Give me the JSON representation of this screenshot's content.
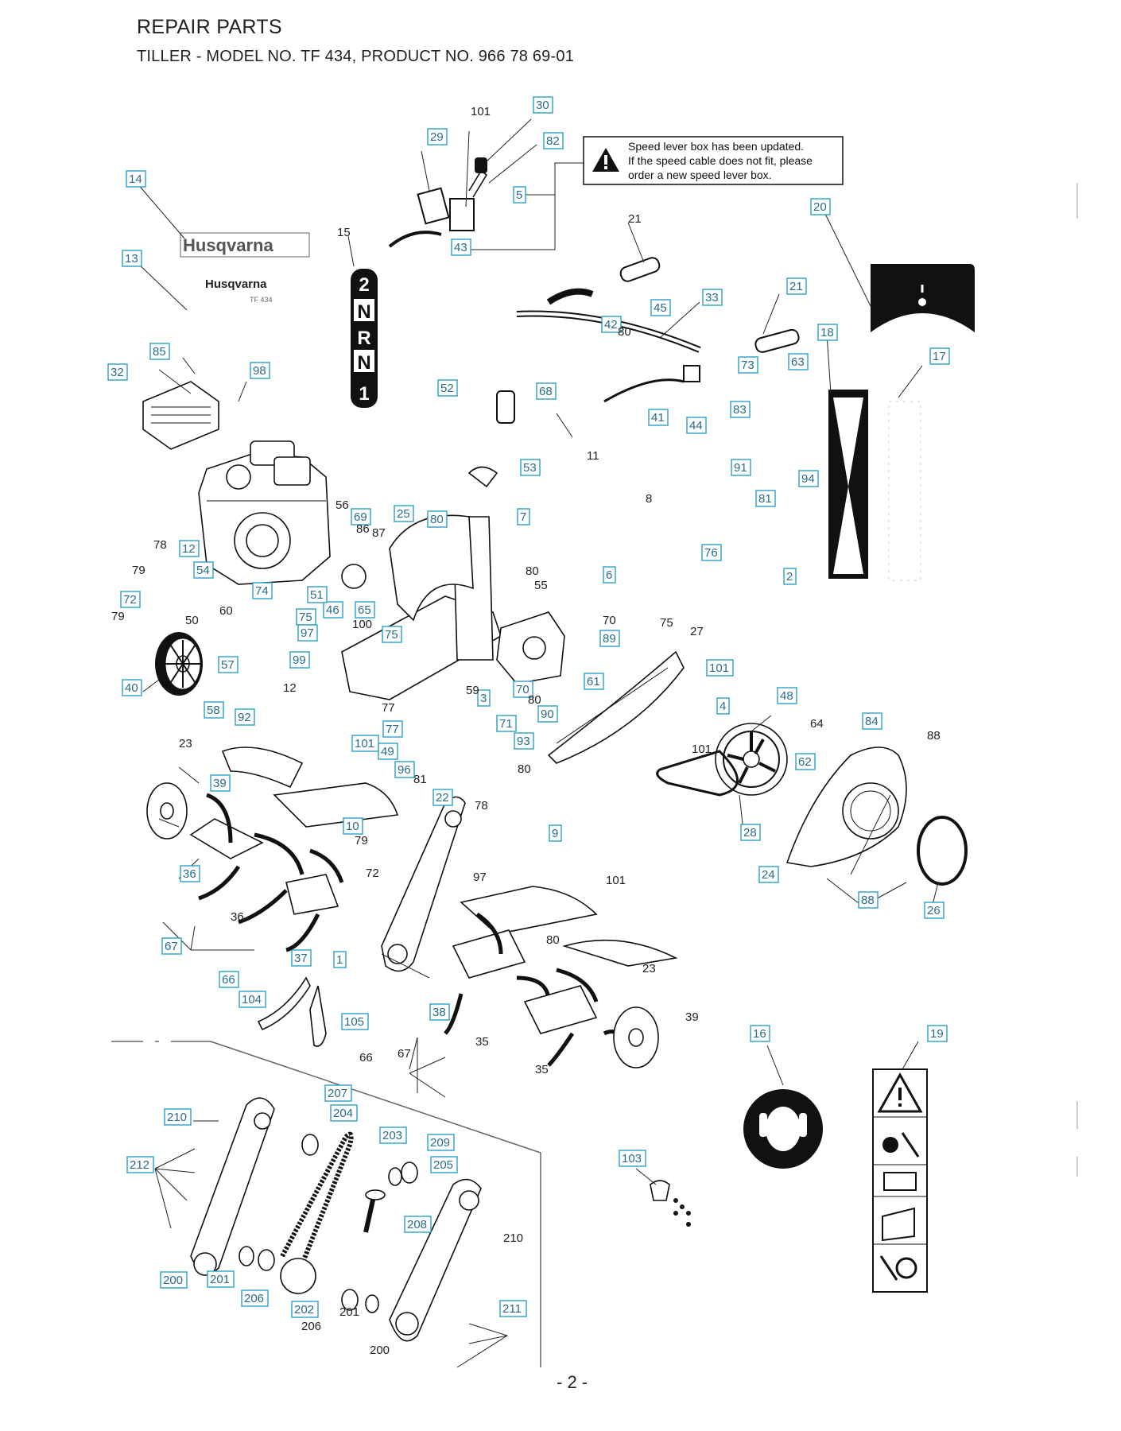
{
  "header": {
    "title": "REPAIR PARTS",
    "subtitle": "TILLER - MODEL NO. TF 434, PRODUCT NO. 966 78 69-01"
  },
  "notice": {
    "lines": [
      "Speed lever box has been updated.",
      "If the speed cable does not fit, please",
      "order a new speed lever box."
    ],
    "icon": "warning-triangle-icon"
  },
  "decals": {
    "brand_logo": "Husqvarna",
    "brand_logo_small": "Husqvarna",
    "model_small": "TF 434",
    "gear_positions": [
      "2",
      "N",
      "R",
      "N",
      "1"
    ]
  },
  "callouts": [
    {
      "id": "c1",
      "text": "1",
      "boxed": true
    },
    {
      "id": "c2",
      "text": "2",
      "boxed": true
    },
    {
      "id": "c3",
      "text": "3",
      "boxed": true
    },
    {
      "id": "c4",
      "text": "4",
      "boxed": true
    },
    {
      "id": "c5",
      "text": "5",
      "boxed": true
    },
    {
      "id": "c6",
      "text": "6",
      "boxed": true
    },
    {
      "id": "c7",
      "text": "7",
      "boxed": true
    },
    {
      "id": "c8",
      "text": "8",
      "boxed": false
    },
    {
      "id": "c9",
      "text": "9",
      "boxed": true
    },
    {
      "id": "c10",
      "text": "10",
      "boxed": true
    },
    {
      "id": "c11",
      "text": "11",
      "boxed": false
    },
    {
      "id": "c12a",
      "text": "12",
      "boxed": true
    },
    {
      "id": "c12b",
      "text": "12",
      "boxed": false
    },
    {
      "id": "c13",
      "text": "13",
      "boxed": true
    },
    {
      "id": "c14",
      "text": "14",
      "boxed": true
    },
    {
      "id": "c15",
      "text": "15",
      "boxed": false
    },
    {
      "id": "c16",
      "text": "16",
      "boxed": true
    },
    {
      "id": "c17",
      "text": "17",
      "boxed": true
    },
    {
      "id": "c18",
      "text": "18",
      "boxed": true
    },
    {
      "id": "c19",
      "text": "19",
      "boxed": true
    },
    {
      "id": "c20",
      "text": "20",
      "boxed": true
    },
    {
      "id": "c21a",
      "text": "21",
      "boxed": false
    },
    {
      "id": "c21b",
      "text": "21",
      "boxed": true
    },
    {
      "id": "c22",
      "text": "22",
      "boxed": true
    },
    {
      "id": "c23a",
      "text": "23",
      "boxed": false
    },
    {
      "id": "c23b",
      "text": "23",
      "boxed": false
    },
    {
      "id": "c24",
      "text": "24",
      "boxed": true
    },
    {
      "id": "c25",
      "text": "25",
      "boxed": true
    },
    {
      "id": "c26",
      "text": "26",
      "boxed": true
    },
    {
      "id": "c27",
      "text": "27",
      "boxed": false
    },
    {
      "id": "c28",
      "text": "28",
      "boxed": true
    },
    {
      "id": "c29",
      "text": "29",
      "boxed": true
    },
    {
      "id": "c30",
      "text": "30",
      "boxed": true
    },
    {
      "id": "c32",
      "text": "32",
      "boxed": true
    },
    {
      "id": "c33",
      "text": "33",
      "boxed": true
    },
    {
      "id": "c35a",
      "text": "35",
      "boxed": false
    },
    {
      "id": "c35b",
      "text": "35",
      "boxed": false
    },
    {
      "id": "c36a",
      "text": "36",
      "boxed": true
    },
    {
      "id": "c36b",
      "text": "36",
      "boxed": false
    },
    {
      "id": "c37",
      "text": "37",
      "boxed": true
    },
    {
      "id": "c38",
      "text": "38",
      "boxed": true
    },
    {
      "id": "c39a",
      "text": "39",
      "boxed": true
    },
    {
      "id": "c39b",
      "text": "39",
      "boxed": false
    },
    {
      "id": "c40",
      "text": "40",
      "boxed": true
    },
    {
      "id": "c41",
      "text": "41",
      "boxed": true
    },
    {
      "id": "c42",
      "text": "42",
      "boxed": true
    },
    {
      "id": "c43",
      "text": "43",
      "boxed": true
    },
    {
      "id": "c44",
      "text": "44",
      "boxed": true
    },
    {
      "id": "c45",
      "text": "45",
      "boxed": true
    },
    {
      "id": "c46",
      "text": "46",
      "boxed": true
    },
    {
      "id": "c48",
      "text": "48",
      "boxed": true
    },
    {
      "id": "c49",
      "text": "49",
      "boxed": true
    },
    {
      "id": "c50",
      "text": "50",
      "boxed": false
    },
    {
      "id": "c51",
      "text": "51",
      "boxed": true
    },
    {
      "id": "c52",
      "text": "52",
      "boxed": true
    },
    {
      "id": "c53",
      "text": "53",
      "boxed": true
    },
    {
      "id": "c54",
      "text": "54",
      "boxed": true
    },
    {
      "id": "c55",
      "text": "55",
      "boxed": false
    },
    {
      "id": "c56",
      "text": "56",
      "boxed": false
    },
    {
      "id": "c57",
      "text": "57",
      "boxed": true
    },
    {
      "id": "c58",
      "text": "58",
      "boxed": true
    },
    {
      "id": "c59",
      "text": "59",
      "boxed": false
    },
    {
      "id": "c60",
      "text": "60",
      "boxed": false
    },
    {
      "id": "c61",
      "text": "61",
      "boxed": true
    },
    {
      "id": "c62",
      "text": "62",
      "boxed": true
    },
    {
      "id": "c63",
      "text": "63",
      "boxed": true
    },
    {
      "id": "c64",
      "text": "64",
      "boxed": false
    },
    {
      "id": "c65",
      "text": "65",
      "boxed": true
    },
    {
      "id": "c66a",
      "text": "66",
      "boxed": true
    },
    {
      "id": "c66b",
      "text": "66",
      "boxed": false
    },
    {
      "id": "c67a",
      "text": "67",
      "boxed": true
    },
    {
      "id": "c67b",
      "text": "67",
      "boxed": false
    },
    {
      "id": "c68",
      "text": "68",
      "boxed": true
    },
    {
      "id": "c69",
      "text": "69",
      "boxed": true
    },
    {
      "id": "c70a",
      "text": "70",
      "boxed": false
    },
    {
      "id": "c70b",
      "text": "70",
      "boxed": true
    },
    {
      "id": "c71",
      "text": "71",
      "boxed": true
    },
    {
      "id": "c72a",
      "text": "72",
      "boxed": true
    },
    {
      "id": "c72b",
      "text": "72",
      "boxed": false
    },
    {
      "id": "c73",
      "text": "73",
      "boxed": true
    },
    {
      "id": "c74",
      "text": "74",
      "boxed": true
    },
    {
      "id": "c75a",
      "text": "75",
      "boxed": true
    },
    {
      "id": "c75b",
      "text": "75",
      "boxed": true
    },
    {
      "id": "c75c",
      "text": "75",
      "boxed": false
    },
    {
      "id": "c76",
      "text": "76",
      "boxed": true
    },
    {
      "id": "c77a",
      "text": "77",
      "boxed": false
    },
    {
      "id": "c77b",
      "text": "77",
      "boxed": true
    },
    {
      "id": "c78a",
      "text": "78",
      "boxed": false
    },
    {
      "id": "c78b",
      "text": "78",
      "boxed": false
    },
    {
      "id": "c79a",
      "text": "79",
      "boxed": false
    },
    {
      "id": "c79b",
      "text": "79",
      "boxed": false
    },
    {
      "id": "c79c",
      "text": "79",
      "boxed": false
    },
    {
      "id": "c80a",
      "text": "80",
      "boxed": true
    },
    {
      "id": "c80b",
      "text": "80",
      "boxed": false
    },
    {
      "id": "c80c",
      "text": "80",
      "boxed": false
    },
    {
      "id": "c80d",
      "text": "80",
      "boxed": false
    },
    {
      "id": "c80e",
      "text": "80",
      "boxed": false
    },
    {
      "id": "c80f",
      "text": "80",
      "boxed": false
    },
    {
      "id": "c81a",
      "text": "81",
      "boxed": true
    },
    {
      "id": "c81b",
      "text": "81",
      "boxed": false
    },
    {
      "id": "c82",
      "text": "82",
      "boxed": true
    },
    {
      "id": "c83",
      "text": "83",
      "boxed": true
    },
    {
      "id": "c84",
      "text": "84",
      "boxed": true
    },
    {
      "id": "c85",
      "text": "85",
      "boxed": true
    },
    {
      "id": "c86",
      "text": "86",
      "boxed": false
    },
    {
      "id": "c87",
      "text": "87",
      "boxed": false
    },
    {
      "id": "c88a",
      "text": "88",
      "boxed": false
    },
    {
      "id": "c88b",
      "text": "88",
      "boxed": true
    },
    {
      "id": "c89",
      "text": "89",
      "boxed": true
    },
    {
      "id": "c90",
      "text": "90",
      "boxed": true
    },
    {
      "id": "c91",
      "text": "91",
      "boxed": true
    },
    {
      "id": "c92",
      "text": "92",
      "boxed": true
    },
    {
      "id": "c93",
      "text": "93",
      "boxed": true
    },
    {
      "id": "c94",
      "text": "94",
      "boxed": true
    },
    {
      "id": "c96",
      "text": "96",
      "boxed": true
    },
    {
      "id": "c97a",
      "text": "97",
      "boxed": true
    },
    {
      "id": "c97b",
      "text": "97",
      "boxed": false
    },
    {
      "id": "c98",
      "text": "98",
      "boxed": true
    },
    {
      "id": "c99",
      "text": "99",
      "boxed": true
    },
    {
      "id": "c100",
      "text": "100",
      "boxed": false
    },
    {
      "id": "c101a",
      "text": "101",
      "boxed": true
    },
    {
      "id": "c101b",
      "text": "101",
      "boxed": false
    },
    {
      "id": "c101c",
      "text": "101",
      "boxed": true
    },
    {
      "id": "c101d",
      "text": "101",
      "boxed": false
    },
    {
      "id": "c101e",
      "text": "101",
      "boxed": false
    },
    {
      "id": "c103",
      "text": "103",
      "boxed": true
    },
    {
      "id": "c104",
      "text": "104",
      "boxed": true
    },
    {
      "id": "c105",
      "text": "105",
      "boxed": true
    },
    {
      "id": "c200a",
      "text": "200",
      "boxed": true
    },
    {
      "id": "c200b",
      "text": "200",
      "boxed": false
    },
    {
      "id": "c201a",
      "text": "201",
      "boxed": true
    },
    {
      "id": "c201b",
      "text": "201",
      "boxed": false
    },
    {
      "id": "c202",
      "text": "202",
      "boxed": true
    },
    {
      "id": "c203",
      "text": "203",
      "boxed": true
    },
    {
      "id": "c204",
      "text": "204",
      "boxed": true
    },
    {
      "id": "c205",
      "text": "205",
      "boxed": true
    },
    {
      "id": "c206a",
      "text": "206",
      "boxed": true
    },
    {
      "id": "c206b",
      "text": "206",
      "boxed": false
    },
    {
      "id": "c207",
      "text": "207",
      "boxed": true
    },
    {
      "id": "c208",
      "text": "208",
      "boxed": true
    },
    {
      "id": "c209",
      "text": "209",
      "boxed": true
    },
    {
      "id": "c210a",
      "text": "210",
      "boxed": true
    },
    {
      "id": "c210b",
      "text": "210",
      "boxed": false
    },
    {
      "id": "c211",
      "text": "211",
      "boxed": true
    },
    {
      "id": "c212",
      "text": "212",
      "boxed": true
    }
  ],
  "footer": {
    "page_number": "- 2 -"
  }
}
